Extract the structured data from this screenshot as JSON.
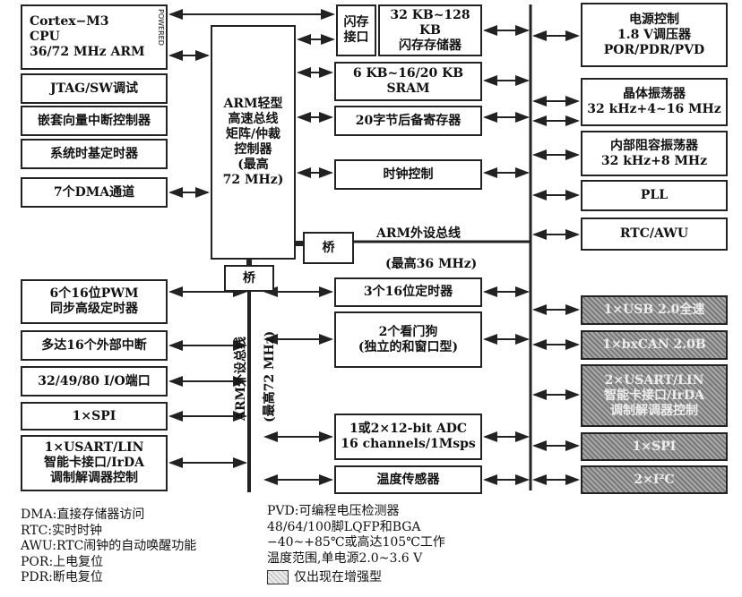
{
  "boxes": {
    "cpu": [
      "Cortex−M3",
      "CPU",
      "36/72 MHz    ARM"
    ],
    "cpu_powered": "POWERED",
    "jtag": [
      "JTAG/SW调试"
    ],
    "nvic": [
      "嵌套向量中断控制器"
    ],
    "systick": [
      "系统时基定时器"
    ],
    "dma": [
      "7个DMA通道"
    ],
    "bus_matrix": [
      "ARM轻型",
      "高速总线",
      "矩阵/仲裁",
      "控制器",
      "(最高",
      "72 MHz)"
    ],
    "flash_if": [
      "闪存",
      "接口"
    ],
    "flash_mem": [
      "32 KB~128 KB",
      "闪存存储器"
    ],
    "sram": [
      "6 KB~16/20 KB",
      "SRAM"
    ],
    "backup": [
      "20字节后备寄存器"
    ],
    "clock": [
      "时钟控制"
    ],
    "bridge1": [
      "桥"
    ],
    "bridge2": [
      "桥"
    ],
    "power": [
      "电源控制",
      "1.8 V调压器",
      "POR/PDR/PVD"
    ],
    "xtal": [
      "晶体振荡器",
      "32 kHz+4~16 MHz"
    ],
    "rc": [
      "内部阻容振荡器",
      "32 kHz+8 MHz"
    ],
    "pll": [
      "PLL"
    ],
    "rtc": [
      "RTC/AWU"
    ],
    "tim3": [
      "3个16位定时器"
    ],
    "wdg": [
      "2个看门狗",
      "(独立的和窗口型)"
    ],
    "adc": [
      "1或2×12-bit ADC",
      "16 channels/1Msps"
    ],
    "temp": [
      "温度传感器"
    ],
    "pwm": [
      "6个16位PWM",
      "同步高级定时器"
    ],
    "exti": [
      "多达16个外部中断"
    ],
    "io": [
      "32/49/80 I/O端口"
    ],
    "spi_l": [
      "1×SPI"
    ],
    "usart_l": [
      "1×USART/LIN",
      "智能卡接口/IrDA",
      "调制解调器控制"
    ],
    "usb": [
      "1×USB 2.0全速"
    ],
    "can": [
      "1×bxCAN 2.0B"
    ],
    "usart_r": [
      "2×USART/LIN",
      "智能卡接口/IrDA",
      "调制解调器控制"
    ],
    "spi_r": [
      "1×SPI"
    ],
    "i2c": [
      "2×I²C"
    ]
  },
  "buses": {
    "apb1_name": "ARM外设总线",
    "apb1_speed": "(最高36 MHz)",
    "apb2_name": "ARM外设总线",
    "apb2_speed": "(最高72 MHz)"
  },
  "legend_left": [
    "DMA:直接存储器访问",
    "RTC:实时时钟",
    "AWU:RTC闹钟的自动唤醒功能",
    "POR:上电复位",
    "PDR:断电复位"
  ],
  "legend_right": [
    "PVD:可编程电压检测器",
    "48/64/100脚LQFP和BGA",
    "−40~+85℃或高达105℃工作",
    "温度范围,单电源2.0~3.6 V"
  ],
  "legend_swatch": "仅出现在增强型"
}
